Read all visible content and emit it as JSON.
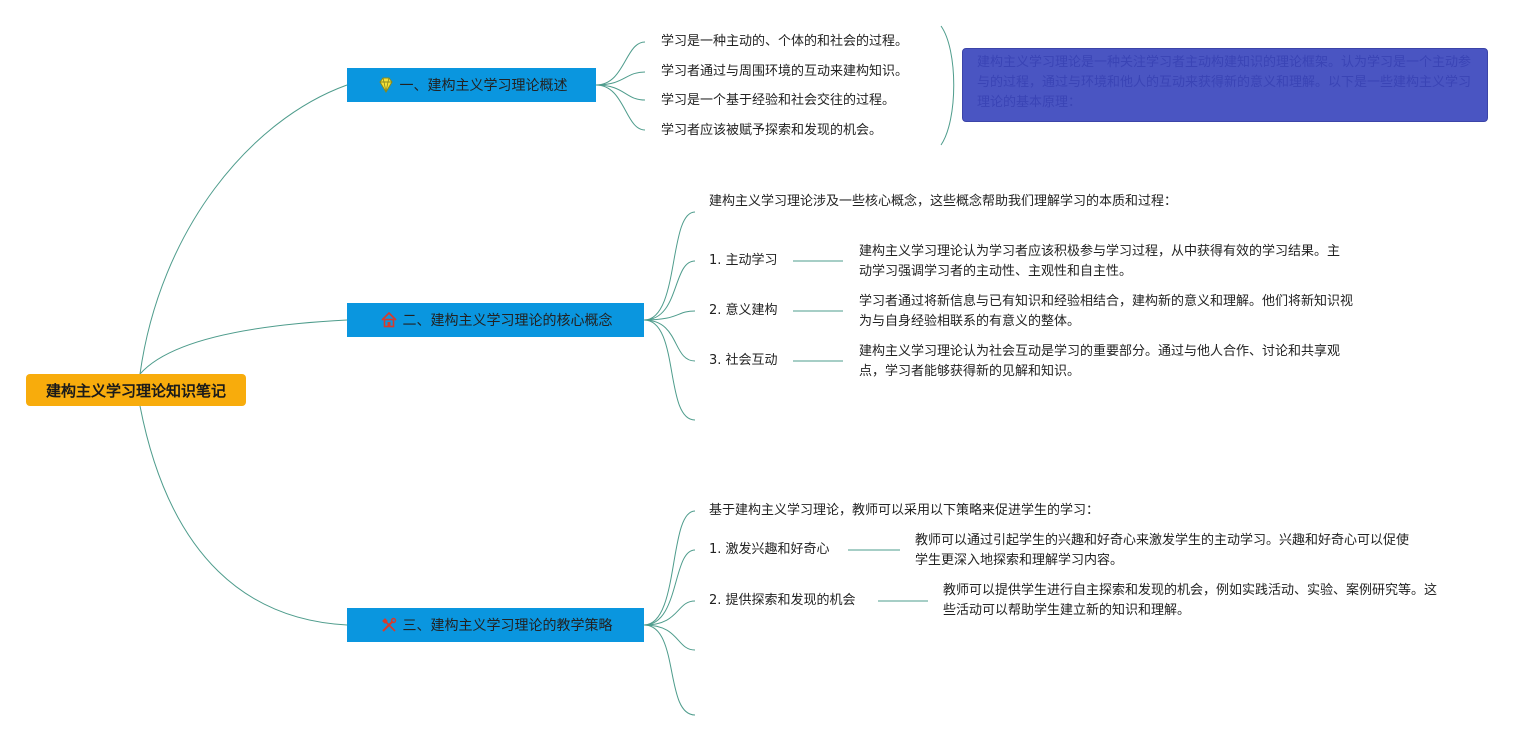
{
  "root": {
    "label": "建构主义学习理论知识笔记"
  },
  "branches": [
    {
      "label": "一、建构主义学习理论概述",
      "icon": "diamond-icon",
      "items": [
        "学习是一种主动的、个体的和社会的过程。",
        "学习者通过与周围环境的互动来建构知识。",
        "学习是一个基于经验和社会交往的过程。",
        "学习者应该被赋予探索和发现的机会。"
      ],
      "note": "建构主义学习理论是一种关注学习者主动构建知识的理论框架。认为学习是一个主动参与的过程，通过与环境和他人的互动来获得新的意义和理解。以下是一些建构主义学习理论的基本原理："
    },
    {
      "label": "二、建构主义学习理论的核心概念",
      "icon": "home-icon",
      "intro": "建构主义学习理论涉及一些核心概念，这些概念帮助我们理解学习的本质和过程：",
      "items": [
        {
          "title": "1. 主动学习",
          "desc": "建构主义学习理论认为学习者应该积极参与学习过程，从中获得有效的学习结果。主动学习强调学习者的主动性、主观性和自主性。"
        },
        {
          "title": "2. 意义建构",
          "desc": "学习者通过将新信息与已有知识和经验相结合，建构新的意义和理解。他们将新知识视为与自身经验相联系的有意义的整体。"
        },
        {
          "title": "3. 社会互动",
          "desc": "建构主义学习理论认为社会互动是学习的重要部分。通过与他人合作、讨论和共享观点，学习者能够获得新的见解和知识。"
        }
      ]
    },
    {
      "label": "三、建构主义学习理论的教学策略",
      "icon": "tools-icon",
      "intro": "基于建构主义学习理论，教师可以采用以下策略来促进学生的学习：",
      "items": [
        {
          "title": "1. 激发兴趣和好奇心",
          "desc": "教师可以通过引起学生的兴趣和好奇心来激发学生的主动学习。兴趣和好奇心可以促使学生更深入地探索和理解学习内容。"
        },
        {
          "title": "2. 提供探索和发现的机会",
          "desc": "教师可以提供学生进行自主探索和发现的机会，例如实践活动、实验、案例研究等。这些活动可以帮助学生建立新的知识和理解。"
        }
      ]
    }
  ],
  "colors": {
    "root": "#f8ac0c",
    "branch": "#0a96df",
    "connector": "#4e9c8c",
    "note": "#4a55c2"
  }
}
